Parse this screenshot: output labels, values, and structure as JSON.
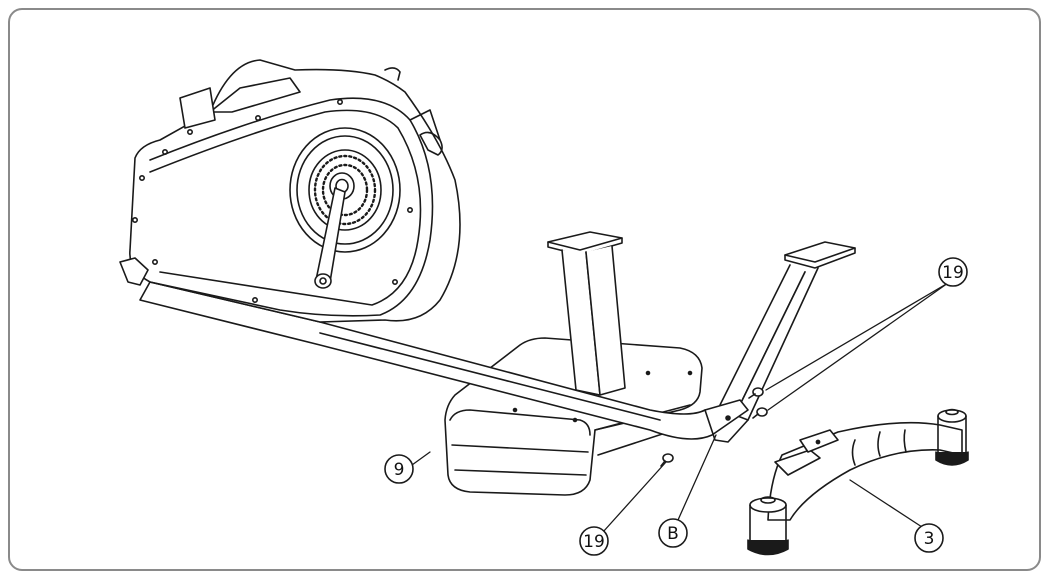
{
  "diagram": {
    "callouts": [
      {
        "id": "c19a",
        "text": "19"
      },
      {
        "id": "c9",
        "text": "9"
      },
      {
        "id": "c19b",
        "text": "19"
      },
      {
        "id": "cB",
        "text": "B"
      },
      {
        "id": "c3",
        "text": "3"
      }
    ],
    "parts": [
      {
        "name": "flywheel-housing"
      },
      {
        "name": "crank-arm"
      },
      {
        "name": "main-frame-tube"
      },
      {
        "name": "front-post-left"
      },
      {
        "name": "front-post-right"
      },
      {
        "name": "rear-support-base"
      },
      {
        "name": "front-stabilizer"
      },
      {
        "name": "bolt"
      }
    ]
  }
}
